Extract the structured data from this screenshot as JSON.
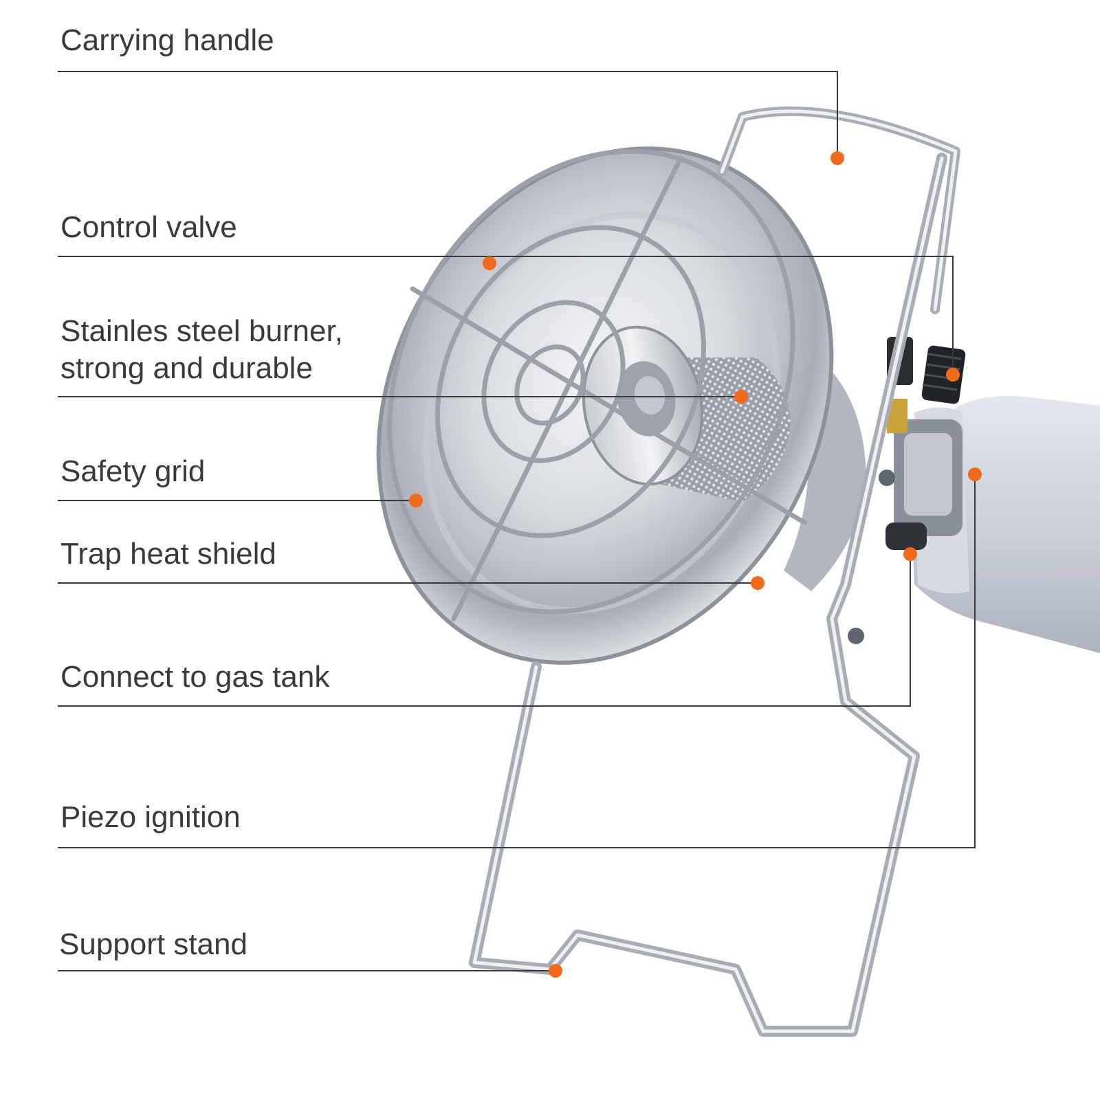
{
  "callouts": [
    {
      "id": "carrying-handle",
      "lines": [
        "Carrying handle"
      ]
    },
    {
      "id": "control-valve",
      "lines": [
        "Control valve"
      ]
    },
    {
      "id": "burner",
      "lines": [
        "Stainles steel burner,",
        "strong and durable"
      ]
    },
    {
      "id": "safety-grid",
      "lines": [
        "Safety grid"
      ]
    },
    {
      "id": "trap-heat-shield",
      "lines": [
        "Trap heat shield"
      ]
    },
    {
      "id": "gas-tank-connector",
      "lines": [
        "Connect to gas tank"
      ]
    },
    {
      "id": "piezo-ignition",
      "lines": [
        "Piezo ignition"
      ]
    },
    {
      "id": "support-stand",
      "lines": [
        "Support stand"
      ]
    }
  ],
  "colors": {
    "text": "#3a3a3a",
    "leader_line": "#3a3a3a",
    "marker_dot": "#f26a1b",
    "background": "#ffffff",
    "metal_light": "#eef0f3",
    "metal_mid": "#b9bec6",
    "metal_dark": "#5f656e",
    "brass": "#c9a23a"
  }
}
